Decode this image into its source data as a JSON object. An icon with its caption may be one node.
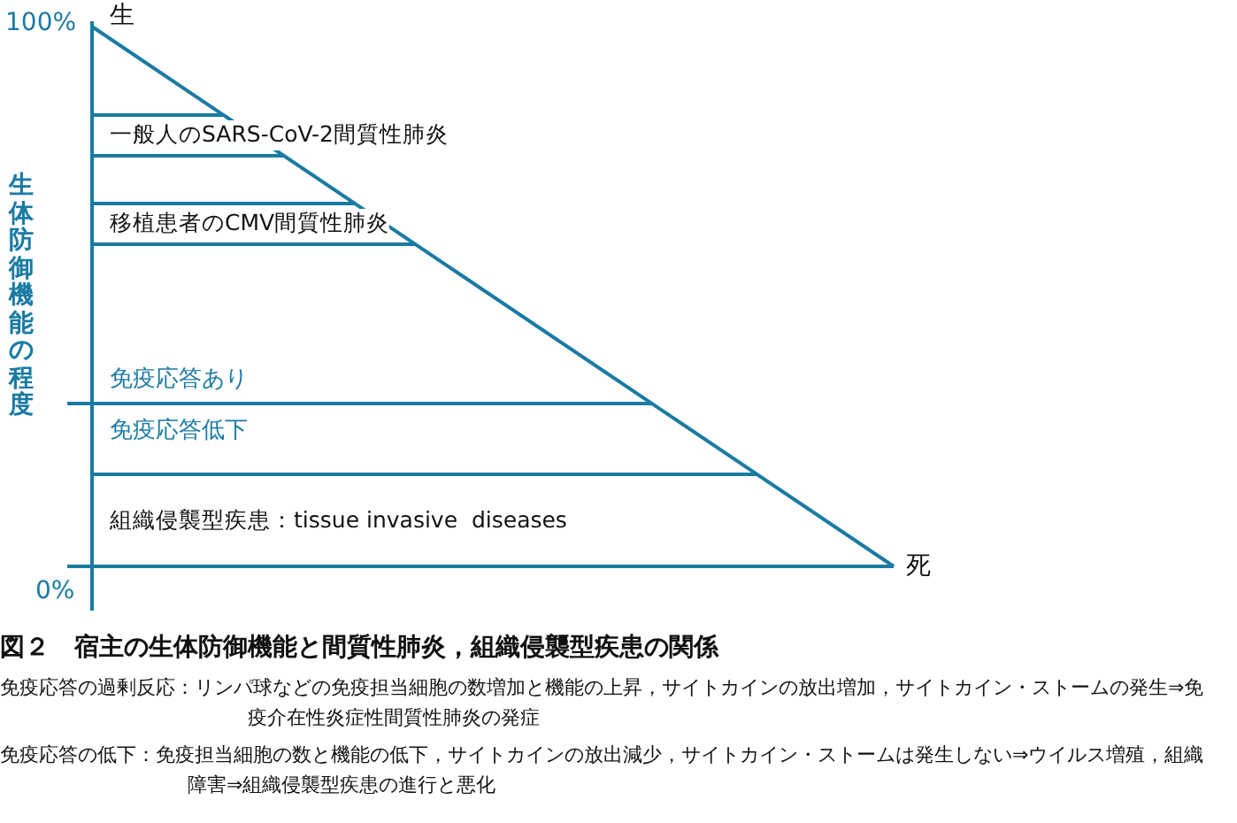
{
  "diagram": {
    "caption": "図２　宿主の生体防御機能と間質性肺炎，組織侵襲型疾患の関係",
    "nodes": [
      {
        "text": [
          "一般人のSARS-CoV-2間質性肺炎"
        ]
      },
      {
        "text": [
          "移植患者のCMV間質性肺炎"
        ]
      },
      {
        "text": [
          "組織侵襲型疾患：tissue invasive  diseases"
        ]
      }
    ],
    "edges": [],
    "labels": [
      "100%",
      "生",
      "生体防御機能の程度",
      "免疫応答あり",
      "免疫応答低下",
      "0%",
      "死",
      "免疫応答の過剰反応：リンパ球などの免疫担当細胞の数増加と機能の上昇，サイトカインの放出増加，サイトカイン・ストームの発生⇒免疫介在性炎症性間質性肺炎の発症",
      "免疫応答の低下：免疫担当細胞の数と機能の低下，サイトカインの放出減少，サイトカイン・ストームは発生しない⇒ウイルス増殖，組織障害⇒組織侵襲型疾患の進行と悪化"
    ]
  }
}
